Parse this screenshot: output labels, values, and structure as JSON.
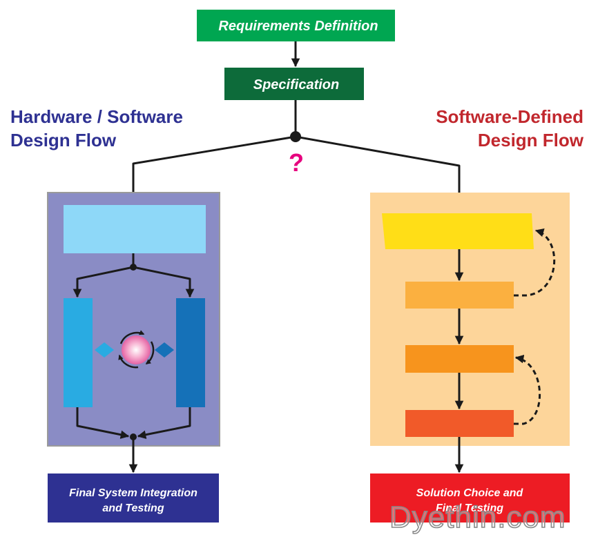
{
  "top": {
    "requirements": "Requirements Definition",
    "specification": "Specification"
  },
  "question_mark": "?",
  "left_flow": {
    "heading_line1": "Hardware / Software",
    "heading_line2": "Design Flow",
    "final_line1": "Final System Integration",
    "final_line2": "and Testing"
  },
  "right_flow": {
    "heading_line1": "Software-Defined",
    "heading_line2": "Design Flow",
    "final_line1": "Solution Choice and",
    "final_line2": "Final Testing"
  },
  "watermark": "Dyethin.com",
  "colors": {
    "requirements_box": "#00a651",
    "specification_box": "#0d6b3a",
    "left_heading": "#2e3192",
    "right_heading": "#c1272d",
    "question_mark": "#e6007e",
    "left_panel": "#8a8cc5",
    "right_panel": "#fdd59a",
    "left_final_box": "#2e3192",
    "right_final_box": "#ed1c24"
  }
}
